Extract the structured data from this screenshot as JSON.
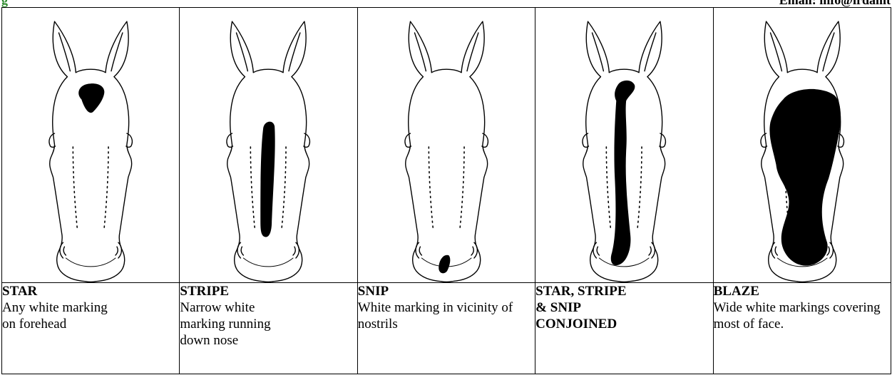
{
  "header": {
    "left_fragment": "g",
    "right_fragment": "Email: info@irdamt"
  },
  "markings": [
    {
      "name": "STAR",
      "description": "Any white marking on forehead",
      "mark_color": "#000000"
    },
    {
      "name": "STRIPE",
      "description": "Narrow white marking running down nose",
      "mark_color": "#000000"
    },
    {
      "name": "SNIP",
      "description": "White marking in vicinity of nostrils",
      "mark_color": "#000000"
    },
    {
      "name": "STAR, STRIPE & SNIP CONJOINED",
      "description": "",
      "mark_color": "#000000"
    },
    {
      "name": "BLAZE",
      "description": "Wide white markings covering most of face.",
      "mark_color": "#000000"
    }
  ]
}
